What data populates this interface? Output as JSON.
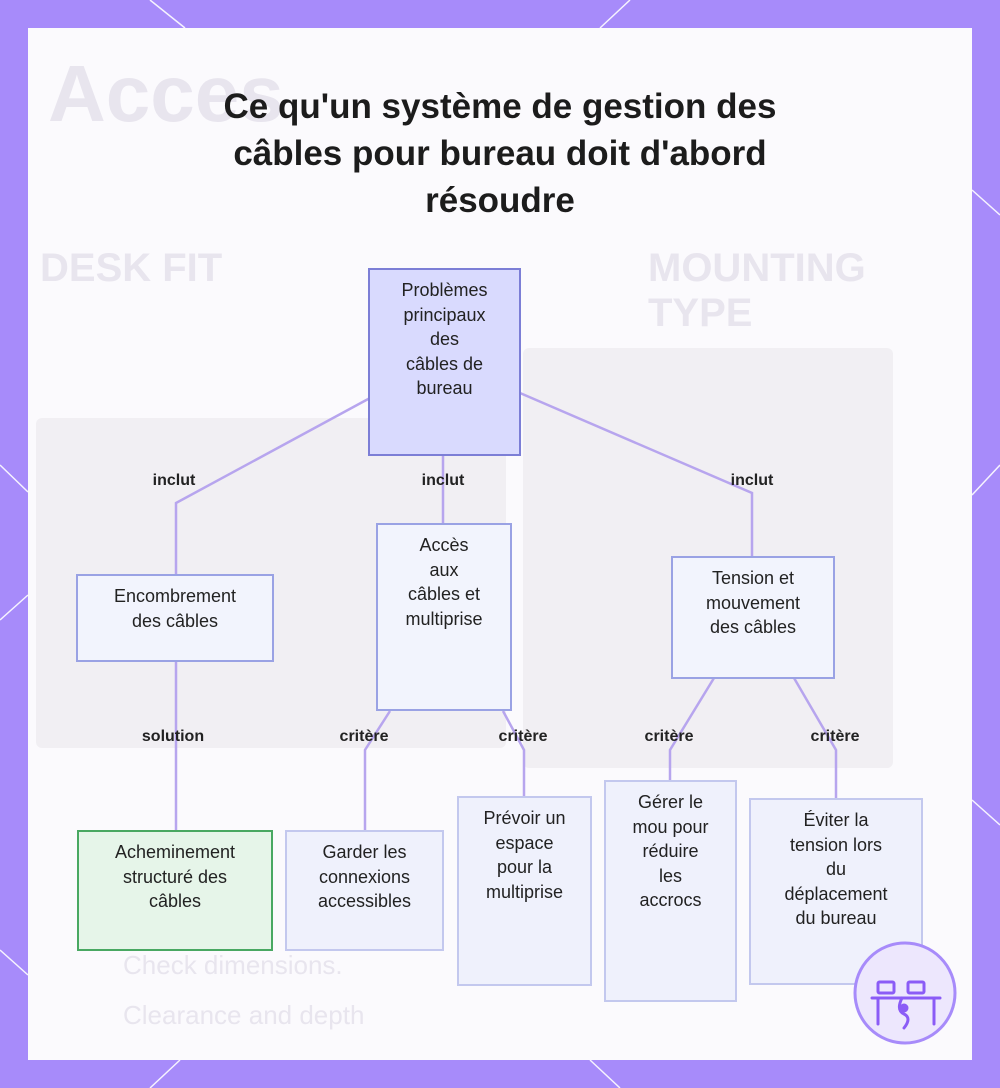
{
  "title": "Ce qu'un système de gestion des câbles pour bureau doit d'abord résoudre",
  "background_text": {
    "top_left": "Acces",
    "desk_fit": "DESK FIT",
    "mounting": "MOUNTING TYPE",
    "bottom_line1": "Check dimensions.",
    "bottom_line2": "Clearance and depth"
  },
  "colors": {
    "frame": "#a78bfa",
    "root_fill": "#d9dafe",
    "solution_fill": "#e6f5e9",
    "solution_border": "#49a862",
    "edge": "#b7a5ee"
  },
  "logo_icon": "desk-cable-logo-icon",
  "nodes": {
    "root": {
      "lines": [
        "Problèmes",
        "principaux",
        "des",
        "câbles de",
        "bureau"
      ]
    },
    "clutter": {
      "lines": [
        "Encombrement",
        "des câbles"
      ]
    },
    "access": {
      "lines": [
        "Accès",
        "aux",
        "câbles et",
        "multiprise"
      ]
    },
    "tension": {
      "lines": [
        "Tension et",
        "mouvement",
        "des câbles"
      ]
    },
    "routing": {
      "lines": [
        "Acheminement",
        "structuré des",
        "câbles"
      ]
    },
    "keep_access": {
      "lines": [
        "Garder les",
        "connexions",
        "accessibles"
      ]
    },
    "strip_space": {
      "lines": [
        "Prévoir un",
        "espace",
        "pour la",
        "multiprise"
      ]
    },
    "slack": {
      "lines": [
        "Gérer le",
        "mou pour",
        "réduire",
        "les",
        "accrocs"
      ]
    },
    "avoid_tension": {
      "lines": [
        "Éviter la",
        "tension lors",
        "du",
        "déplacement",
        "du bureau"
      ]
    }
  },
  "edge_labels": {
    "includes_1": "inclut",
    "includes_2": "inclut",
    "includes_3": "inclut",
    "solution": "solution",
    "criterion_1": "critère",
    "criterion_2": "critère",
    "criterion_3": "critère",
    "criterion_4": "critère"
  }
}
